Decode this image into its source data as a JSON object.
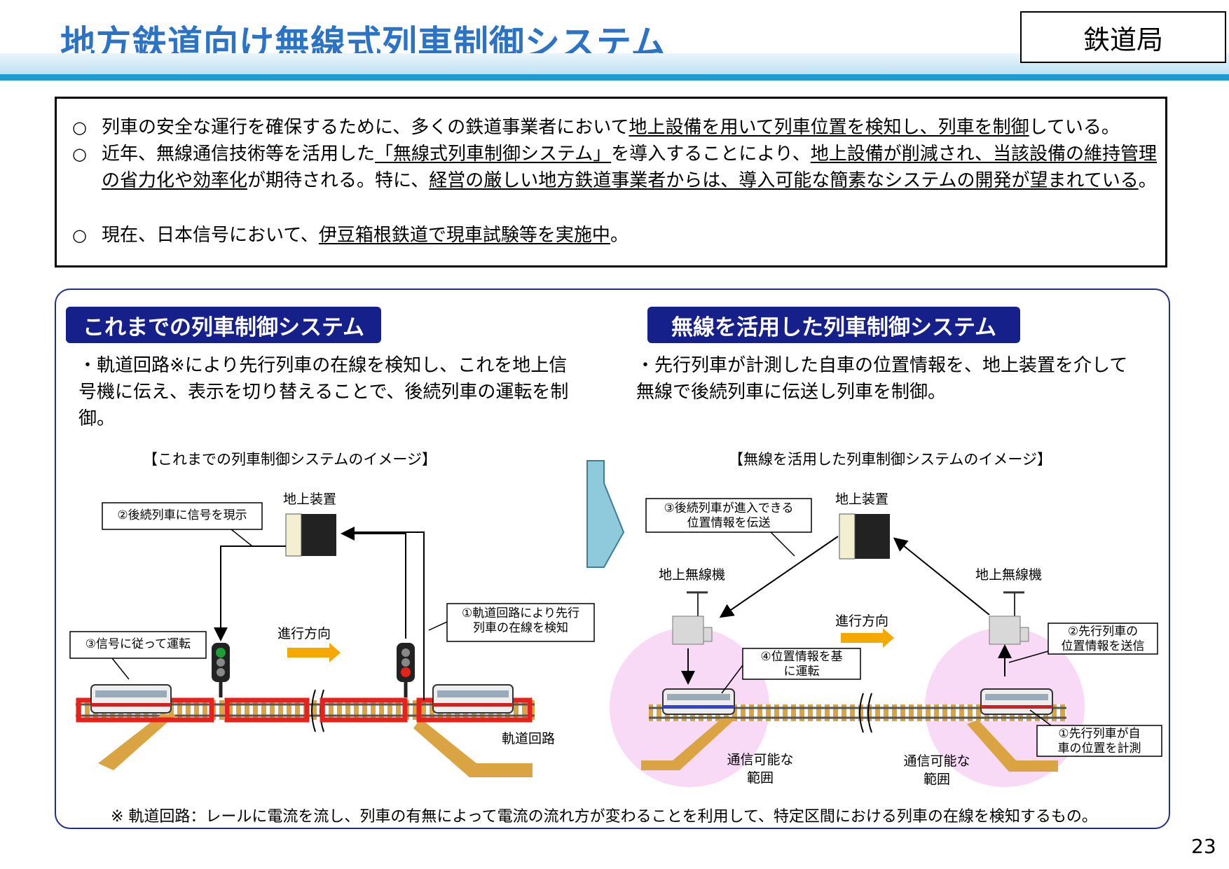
{
  "title": "地方鉄道向け無線式列車制御システム",
  "department": "鉄道局",
  "summary": {
    "bullet_mark": "○",
    "b1": {
      "t1": "列車の安全な運行を確保するために、多くの鉄道事業者において",
      "u1": "地上設備を用いて列車位置を検知し、列車を制御",
      "t2": "している。"
    },
    "b2": {
      "t1": "近年、無線通信技術等を活用した",
      "u1": "「無線式列車制御システム」",
      "t2": "を導入することにより、",
      "u2": "地上設備が削減され、当該設備の維持管理の省力化や効率化",
      "t3": "が期待される。特に、",
      "u3": "経営の厳しい地方鉄道事業者からは、導入可能な簡素なシステムの開発が望まれている",
      "t4": "。"
    },
    "b3": {
      "t1": "現在、日本信号において、",
      "u1": "伊豆箱根鉄道で現車試験等を実施中",
      "t2": "。"
    }
  },
  "left": {
    "header": "これまでの列車制御システム",
    "desc": "・軌道回路※により先行列車の在線を検知し、これを地上信号機に伝え、表示を切り替えることで、後続列車の運転を制御。",
    "image_caption": "【これまでの列車制御システムのイメージ】",
    "ground_device": "地上装置",
    "callout_signal": "②後続列車に信号を現示",
    "callout_detect_1": "①軌道回路により先行",
    "callout_detect_2": "列車の在線を検知",
    "callout_run": "③信号に従って運転",
    "direction": "進行方向",
    "track_circuit": "軌道回路"
  },
  "right": {
    "header": "無線を活用した列車制御システム",
    "desc": "・先行列車が計測した自車の位置情報を、地上装置を介して無線で後続列車に伝送し列車を制御。",
    "image_caption": "【無線を活用した列車制御システムのイメージ】",
    "ground_device": "地上装置",
    "callout_transmit_1": "③後続列車が進入できる",
    "callout_transmit_2": "位置情報を伝送",
    "radio_left": "地上無線機",
    "radio_right": "地上無線機",
    "direction": "進行方向",
    "callout_send_1": "②先行列車の",
    "callout_send_2": "位置情報を送信",
    "callout_run_1": "④位置情報を基",
    "callout_run_2": "に運転",
    "callout_measure_1": "①先行列車が自",
    "callout_measure_2": "車の位置を計測",
    "range_left_1": "通信可能な",
    "range_left_2": "範囲",
    "range_right_1": "通信可能な",
    "range_right_2": "範囲"
  },
  "note": "※ 軌道回路：レールに電流を流し、列車の有無によって電流の流れ方が変わることを利用して、特定区間における列車の在線を検知するもの。",
  "page_number": "23",
  "colors": {
    "title": "#2a73c6",
    "header_bg": "#16208a",
    "band_light": "#bfe2f2",
    "band_dark": "#1f9bd3",
    "arrow_fill": "#8fc9dc",
    "direction_arrow": "#f5a800",
    "circuit": "#e8211a",
    "signal_red": "#e8211a",
    "signal_green": "#1aa037",
    "range": "#f8d9f6"
  }
}
